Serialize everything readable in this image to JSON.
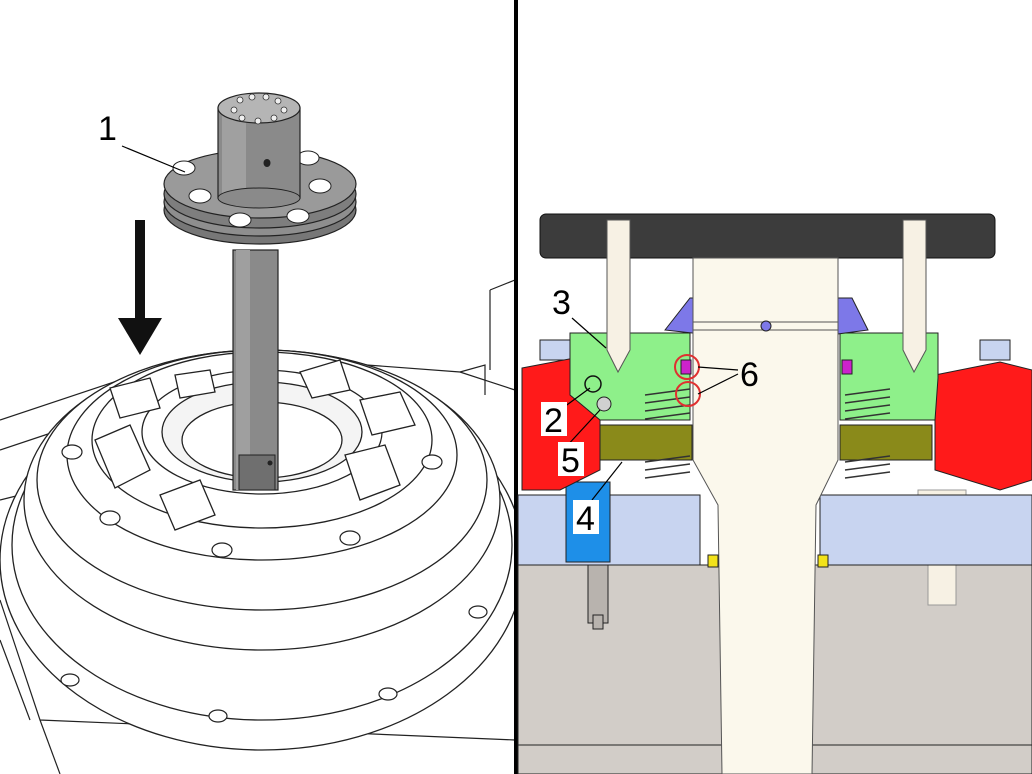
{
  "left_panel": {
    "callouts": [
      {
        "label": "1"
      }
    ],
    "arrow": "down-arrow"
  },
  "right_panel": {
    "callouts": [
      {
        "label": "2"
      },
      {
        "label": "3"
      },
      {
        "label": "4"
      },
      {
        "label": "5"
      },
      {
        "label": "6"
      }
    ]
  },
  "colors": {
    "green_part": "#8ef08a",
    "red_part": "#ff1a1a",
    "blue_part": "#1e8fe8",
    "olive_part": "#8a8a1a",
    "light_blue_part": "#c8d4f0",
    "gray_part": "#d2cdc8",
    "cream_shaft": "#fbf8ec",
    "dark_plate": "#3c3c3c",
    "purple_part": "#7d78e8",
    "magenta_part": "#cc22cc",
    "yellow_part": "#f2e21a",
    "highlight_circle": "#e03030"
  }
}
